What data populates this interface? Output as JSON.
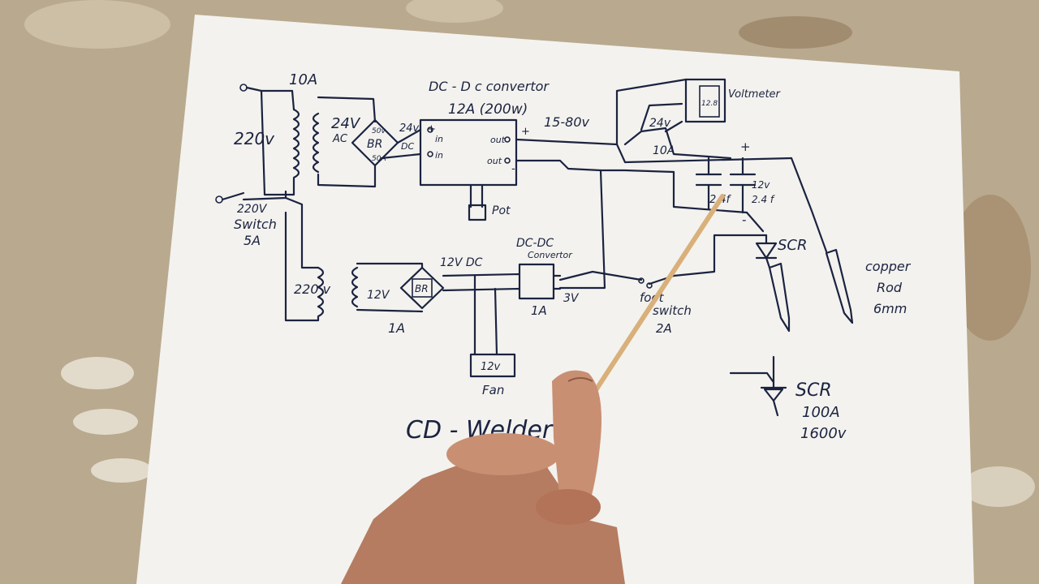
{
  "colors": {
    "ink": "#1b2340",
    "paper": "#f3f2ee",
    "tablecloth": "#b9a98e",
    "skin": "#c98f72",
    "stick": "#d9b07a"
  },
  "title": "CD - Welder",
  "mains": {
    "input_voltage": "220v",
    "fuse_rating": "10A",
    "switch_voltage": "220V",
    "switch_word": "Switch",
    "switch_current": "5A"
  },
  "main_supply": {
    "ac_out": "24V",
    "ac_word": "AC",
    "bridge": "BR",
    "bridge_v": "50v",
    "bridge_a": "50A",
    "dc_out": "24v",
    "dc_word": "DC"
  },
  "dc_converter": {
    "title": "DC - D c convertor",
    "rating": "12A (200w)",
    "in_word": "in",
    "out_word": "out",
    "plus": "+",
    "minus": "-",
    "pot": "Pot",
    "output_range": "15-80v"
  },
  "voltmeter": {
    "label": "Voltmeter",
    "display": "12.8",
    "switch_v": "24v",
    "switch_a": "10A"
  },
  "capacitor_bank": {
    "plus": "+",
    "minus": "-",
    "left_value": "2.4f",
    "right_voltage": "12v",
    "right_value": "2.4 f"
  },
  "scr_symbol_label": "SCR",
  "electrode": {
    "line1": "copper",
    "line2": "Rod",
    "line3": "6mm"
  },
  "aux_supply": {
    "input": "220 v",
    "ac_out": "12V",
    "bridge": "BR",
    "dc_out": "12V DC",
    "rating": "1A"
  },
  "small_converter": {
    "title_line1": "DC-DC",
    "title_line2": "Convertor",
    "out_voltage": "3V",
    "rating": "1A"
  },
  "fan": {
    "voltage": "12v",
    "label": "Fan"
  },
  "foot_switch": {
    "line1": "foot",
    "line2": "switch",
    "rating": "2A"
  },
  "scr_spec": {
    "label": "SCR",
    "current": "100A",
    "voltage": "1600v"
  }
}
